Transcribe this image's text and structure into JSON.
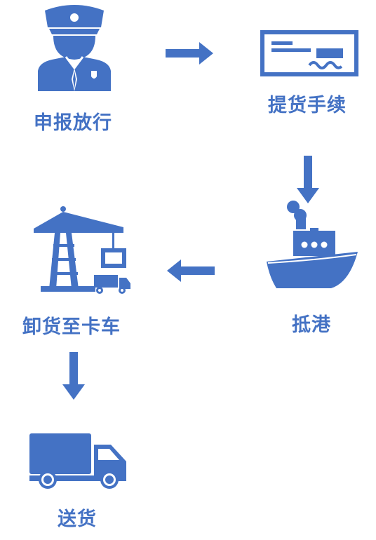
{
  "accent_color": "#4472c4",
  "steps": [
    {
      "id": "customs",
      "label": "申报放行",
      "icon": "police-officer-icon"
    },
    {
      "id": "pickup",
      "label": "提货手续",
      "icon": "cheque-icon"
    },
    {
      "id": "port",
      "label": "抵港",
      "icon": "ship-icon"
    },
    {
      "id": "unload",
      "label": "卸货至卡车",
      "icon": "crane-truck-icon"
    },
    {
      "id": "deliver",
      "label": "送货",
      "icon": "delivery-truck-icon"
    }
  ],
  "arrows": [
    {
      "from": "customs",
      "to": "pickup",
      "direction": "right"
    },
    {
      "from": "pickup",
      "to": "port",
      "direction": "down"
    },
    {
      "from": "port",
      "to": "unload",
      "direction": "left"
    },
    {
      "from": "unload",
      "to": "deliver",
      "direction": "down"
    }
  ]
}
